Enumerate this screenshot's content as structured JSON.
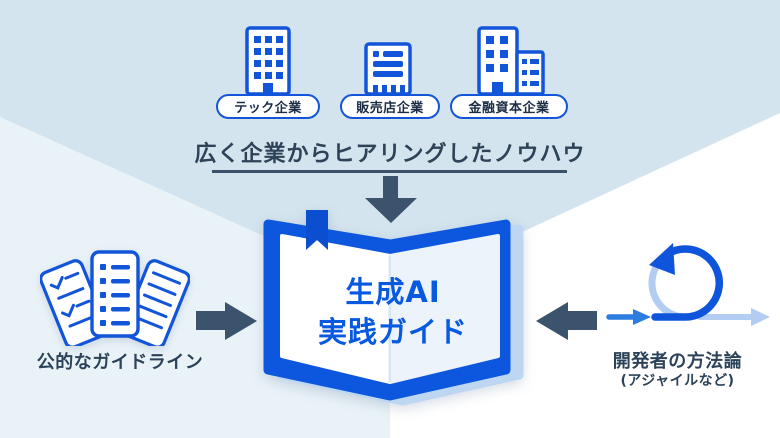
{
  "diagram": {
    "type": "infographic-flow",
    "language": "ja"
  },
  "colors": {
    "bg_top": "#d3e4ee",
    "bg_bottom_left": "#e9f2f7",
    "bg_bottom_right": "#ffffff",
    "primary_blue": "#1355d8",
    "book_blue": "#0d57de",
    "book_title_blue": "#0759e0",
    "book_shadow_blue": "#bdd7f3",
    "dark_slate_arrow": "#3b536d",
    "heading_text": "#2e4358",
    "pill_text": "#1b2d45",
    "light_blue": "#b3cdf2",
    "medium_blue": "#2e7ce0"
  },
  "companies": [
    {
      "label": "テック企業",
      "icon": "office-building-icon"
    },
    {
      "label": "販売店企業",
      "icon": "store-building-icon"
    },
    {
      "label": "金融資本企業",
      "icon": "finance-buildings-icon"
    }
  ],
  "heading": {
    "text": "広く企業からヒアリングしたノウハウ"
  },
  "book": {
    "title_line1": "生成AI",
    "title_line2": "実践ガイド",
    "icon": "open-book-icon"
  },
  "left_source": {
    "label": "公的なガイドライン",
    "icon": "documents-icon"
  },
  "right_source": {
    "label": "開発者の方法論",
    "sublabel": "(アジャイルなど)",
    "icon": "agile-loop-icon"
  }
}
